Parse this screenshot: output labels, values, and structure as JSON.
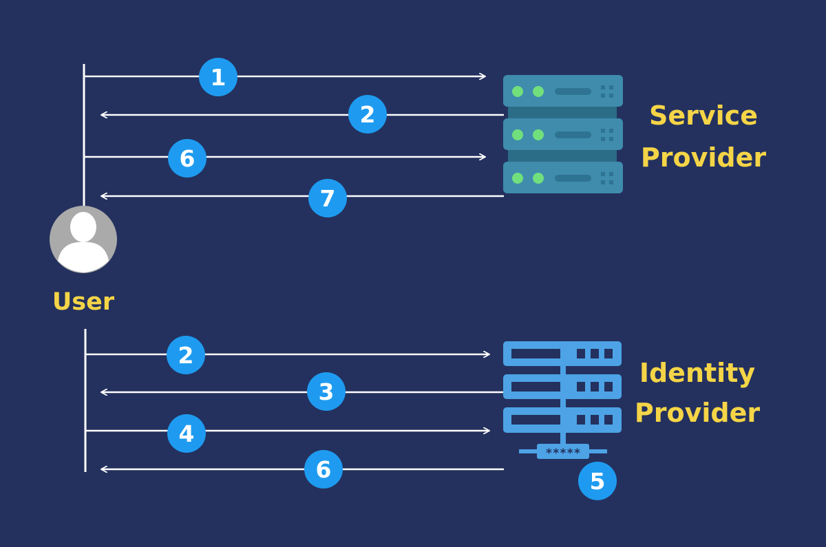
{
  "colors": {
    "background": "#24315e",
    "line": "#ffffff",
    "badge": "#1e9bf0",
    "badge_text": "#ffffff",
    "label": "#f5d547",
    "sp_server": "#3f8cad",
    "sp_server_gap": "#2b6d86",
    "sp_led": "#72df7d",
    "idp_server": "#4da3e6",
    "user_circle": "#aaaaaa"
  },
  "labels": {
    "user": "User",
    "service_provider_line1": "Service",
    "service_provider_line2": "Provider",
    "identity_provider_line1": "Identity",
    "identity_provider_line2": "Provider",
    "password_mask": "*****"
  },
  "icons": {
    "user": "user-avatar-icon",
    "service_provider": "server-stack-icon",
    "identity_provider": "server-stack-password-icon"
  },
  "service_provider_flow": [
    {
      "step": "1",
      "direction": "to-provider"
    },
    {
      "step": "2",
      "direction": "to-user"
    },
    {
      "step": "6",
      "direction": "to-provider"
    },
    {
      "step": "7",
      "direction": "to-user"
    }
  ],
  "identity_provider_flow": [
    {
      "step": "2",
      "direction": "to-provider"
    },
    {
      "step": "3",
      "direction": "to-user"
    },
    {
      "step": "4",
      "direction": "to-provider"
    },
    {
      "step": "6",
      "direction": "to-user"
    }
  ],
  "identity_provider_step": "5"
}
